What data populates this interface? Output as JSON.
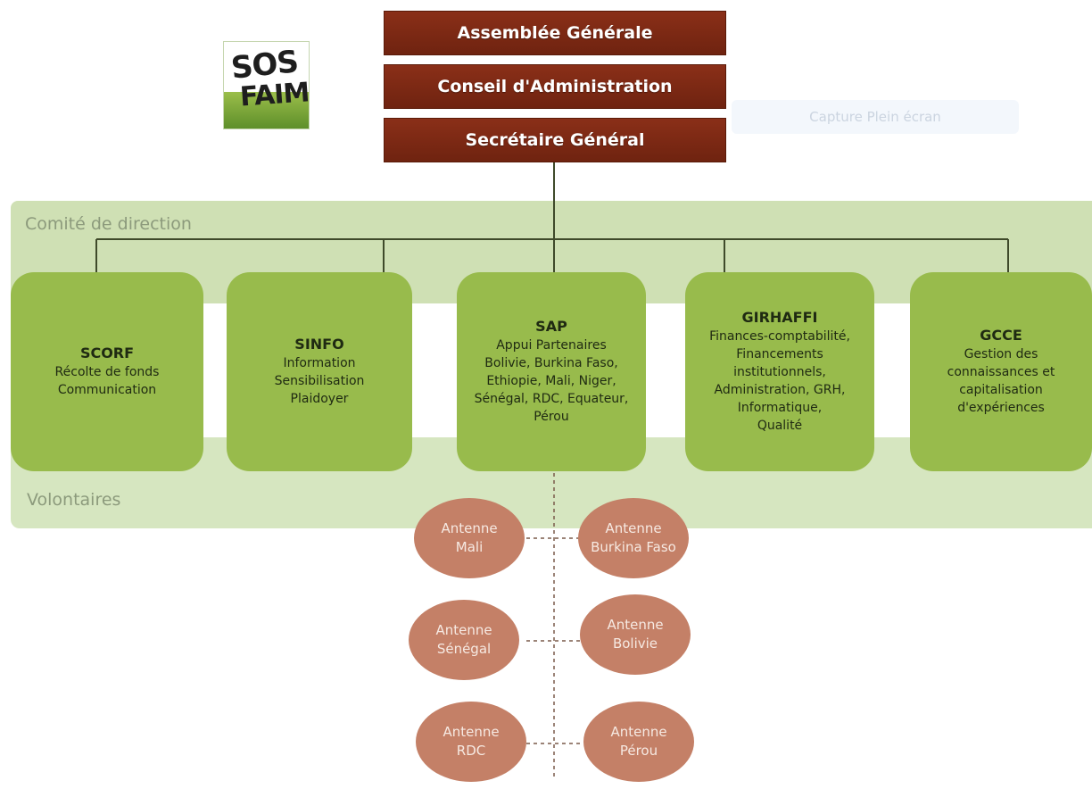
{
  "governance": {
    "assembly": "Assemblée Générale",
    "board": "Conseil d'Administration",
    "secretary": "Secrétaire Général"
  },
  "logo": {
    "line1": "SOS",
    "line2": "FAIM"
  },
  "watermark": "Capture Plein écran",
  "committee_label": "Comité de direction",
  "volunteers_label": "Volontaires",
  "departments": [
    {
      "name": "SCORF",
      "lines": [
        "Récolte de fonds",
        "Communication"
      ]
    },
    {
      "name": "SINFO",
      "lines": [
        "Information",
        "Sensibilisation",
        "Plaidoyer"
      ]
    },
    {
      "name": "SAP",
      "lines": [
        "Appui Partenaires",
        "Bolivie, Burkina Faso,",
        "Ethiopie, Mali, Niger,",
        "Sénégal, RDC, Equateur,",
        "Pérou"
      ]
    },
    {
      "name": "GIRHAFFI",
      "lines": [
        "Finances-comptabilité,",
        "Financements",
        "institutionnels,",
        "Administration, GRH,",
        "Informatique,",
        "Qualité"
      ]
    },
    {
      "name": "GCCE",
      "lines": [
        "Gestion des",
        "connaissances et",
        "capitalisation",
        "d'expériences"
      ]
    }
  ],
  "antennas": [
    {
      "line1": "Antenne",
      "line2": "Mali"
    },
    {
      "line1": "Antenne",
      "line2": "Burkina Faso"
    },
    {
      "line1": "Antenne",
      "line2": "Sénégal"
    },
    {
      "line1": "Antenne",
      "line2": "Bolivie"
    },
    {
      "line1": "Antenne",
      "line2": "RDC"
    },
    {
      "line1": "Antenne",
      "line2": "Pérou"
    }
  ],
  "colors": {
    "governance_box": "#7a2812",
    "department_box": "#98bb4c",
    "committee_band": "#cfe0b4",
    "antenna": "#c48067"
  }
}
